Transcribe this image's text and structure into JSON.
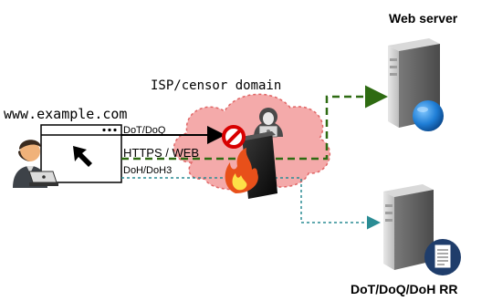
{
  "labels": {
    "web_server": "Web server",
    "isp_domain": "ISP/censor domain",
    "url": "www.example.com",
    "dot_doq": "DoT/DoQ",
    "https_web": "HTTPS / WEB",
    "doh": "DoH/DoH3",
    "resolver": "DoT/DoQ/DoH RR"
  },
  "colors": {
    "cloud_fill": "#f4aaaa",
    "cloud_stroke": "#e06666",
    "green_path": "#2e6b12",
    "teal_path": "#2a8c94",
    "black_path": "#000000",
    "globe_blue": "#1f7ed6"
  },
  "icons": [
    "user-laptop-icon",
    "browser-window-icon",
    "cursor-arrow-icon",
    "hacker-icon",
    "firewall-icon",
    "block-icon",
    "fire-icon",
    "server-icon",
    "globe-icon",
    "document-icon"
  ]
}
